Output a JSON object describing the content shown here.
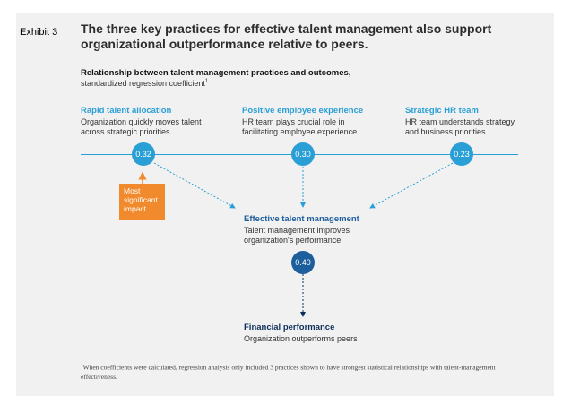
{
  "exhibit": "Exhibit 3",
  "title": "The three key practices for effective talent management also support organizational outperformance relative to peers.",
  "subtitle": {
    "line1": "Relationship between talent-management practices and outcomes,",
    "line2": "standardized regression coefficient",
    "footnote_mark": "1"
  },
  "practices": [
    {
      "title": "Rapid talent allocation",
      "desc1": "Organization quickly moves talent",
      "desc2": "across strategic priorities",
      "coefficient": "0.32"
    },
    {
      "title": "Positive employee experience",
      "desc1": "HR team plays crucial role in",
      "desc2": "facilitating employee experience",
      "coefficient": "0.30"
    },
    {
      "title": "Strategic HR team",
      "desc1": "HR team understands strategy",
      "desc2": "and business priorities",
      "coefficient": "0.23"
    }
  ],
  "badge": {
    "line1": "Most",
    "line2": "significant",
    "line3": "impact"
  },
  "outcome": {
    "title": "Effective talent management",
    "desc1": "Talent management improves",
    "desc2": "organization's performance",
    "coefficient": "0.40"
  },
  "final": {
    "title": "Financial performance",
    "desc": "Organization outperforms peers"
  },
  "footnote": {
    "mark": "1",
    "text": "When coefficients were calculated, regression analysis only included 3 practices shown to have strongest statistical relationships with talent-management effectiveness."
  },
  "colors": {
    "accent": "#2a9fd6",
    "dark": "#1d5e9c",
    "orange": "#f08a2c",
    "panel": "#f1f1f1"
  }
}
